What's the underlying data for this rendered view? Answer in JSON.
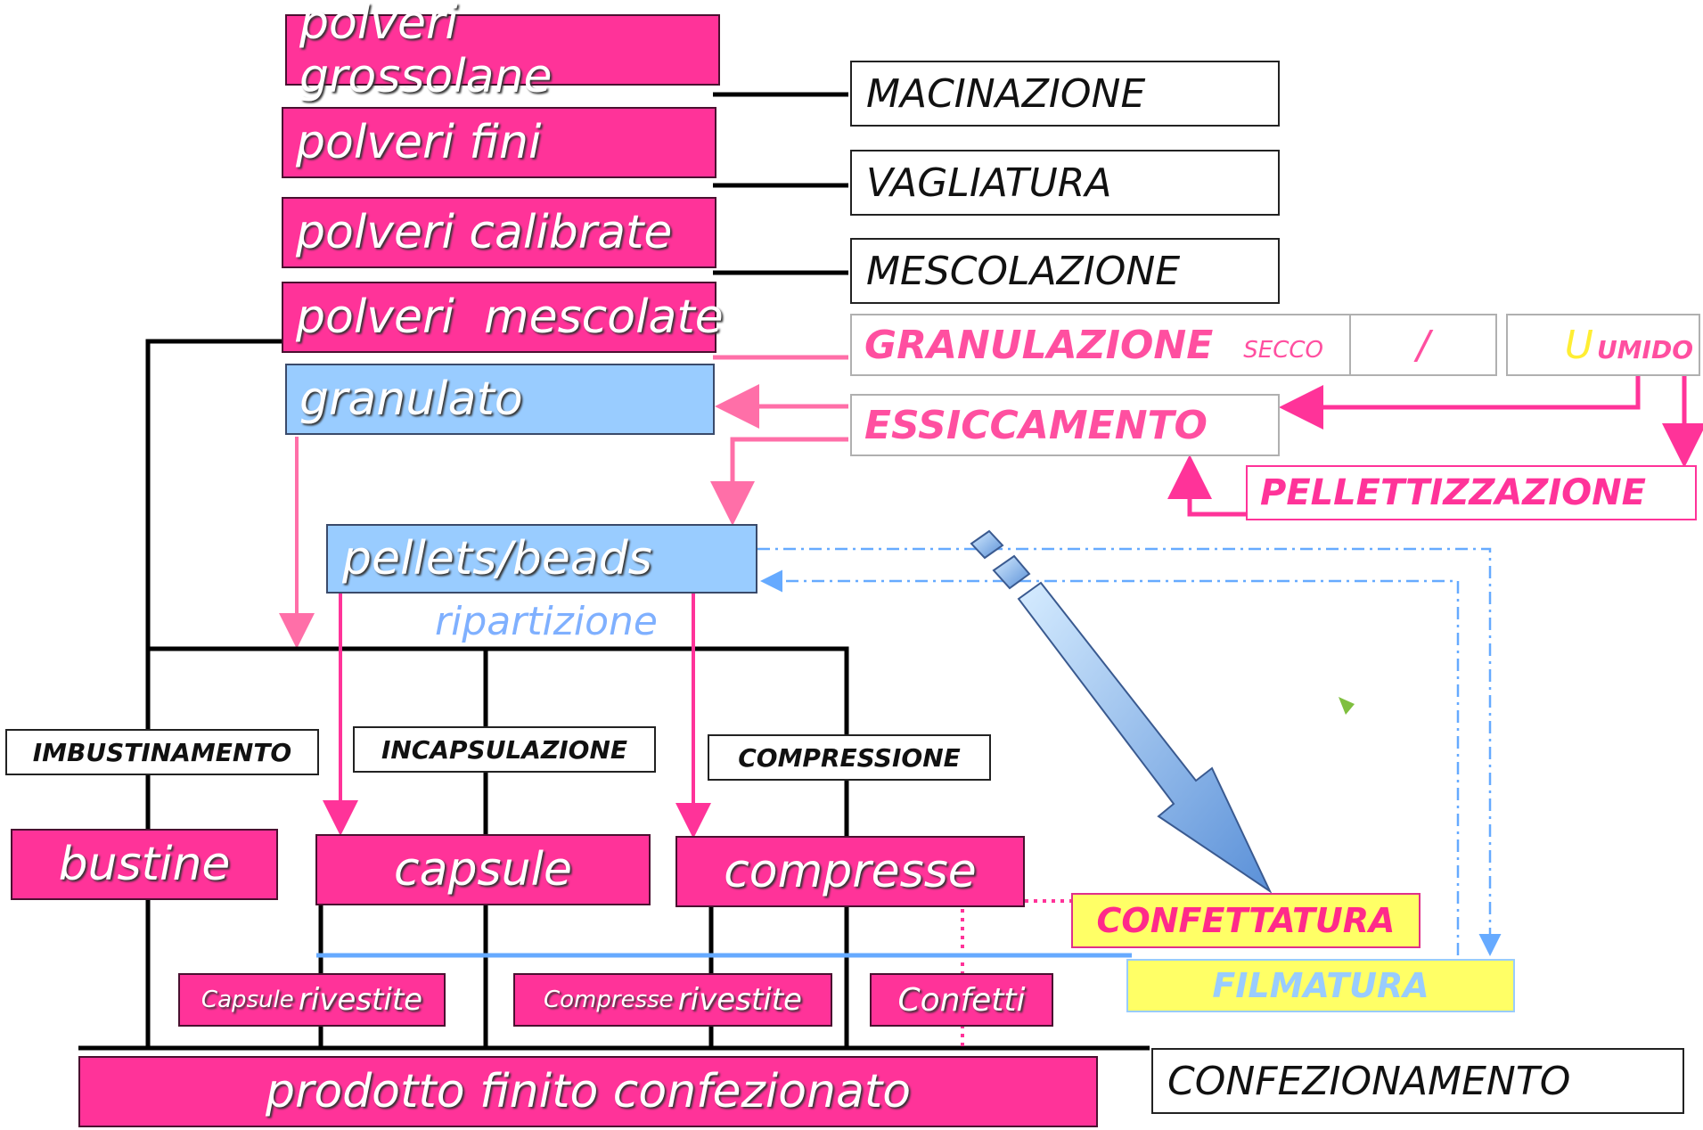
{
  "powders": {
    "coarse": "polveri grossolane",
    "fine": "polveri fini",
    "calibrated": "polveri calibrate",
    "mixed": "polveri  mescolate"
  },
  "granulate": "granulato",
  "pellets": "pellets/beads",
  "distribution": "ripartizione",
  "operations": {
    "milling": "MACINAZIONE",
    "sieving": "VAGLIATURA",
    "mixing": "MESCOLAZIONE",
    "granulation": "GRANULAZIONE",
    "dry": "SECCO",
    "slash": "/",
    "wet_letter": "U",
    "wet": "UMIDO",
    "drying": "ESSICCAMENTO",
    "pelletization": "PELLETTIZZAZIONE",
    "sachet_filling": "IMBUSTINAMENTO",
    "encapsulation": "INCAPSULAZIONE",
    "compression": "COMPRESSIONE",
    "sugar_coating": "CONFETTATURA",
    "film_coating": "FILMATURA",
    "packaging": "CONFEZIONAMENTO"
  },
  "products": {
    "sachets": "bustine",
    "capsules": "capsule",
    "tablets": "compresse",
    "coated_capsules_a": "Capsule",
    "coated_capsules_b": "rivestite",
    "coated_tablets_a": "Compresse",
    "coated_tablets_b": "rivestite",
    "dragees": "Confetti",
    "finished": "prodotto finito confezionato"
  },
  "colors": {
    "pink": "#ff3399",
    "light_pink": "#ff6fa8",
    "blue": "#99ccff",
    "yellow": "#ffff66",
    "black": "#000000"
  }
}
